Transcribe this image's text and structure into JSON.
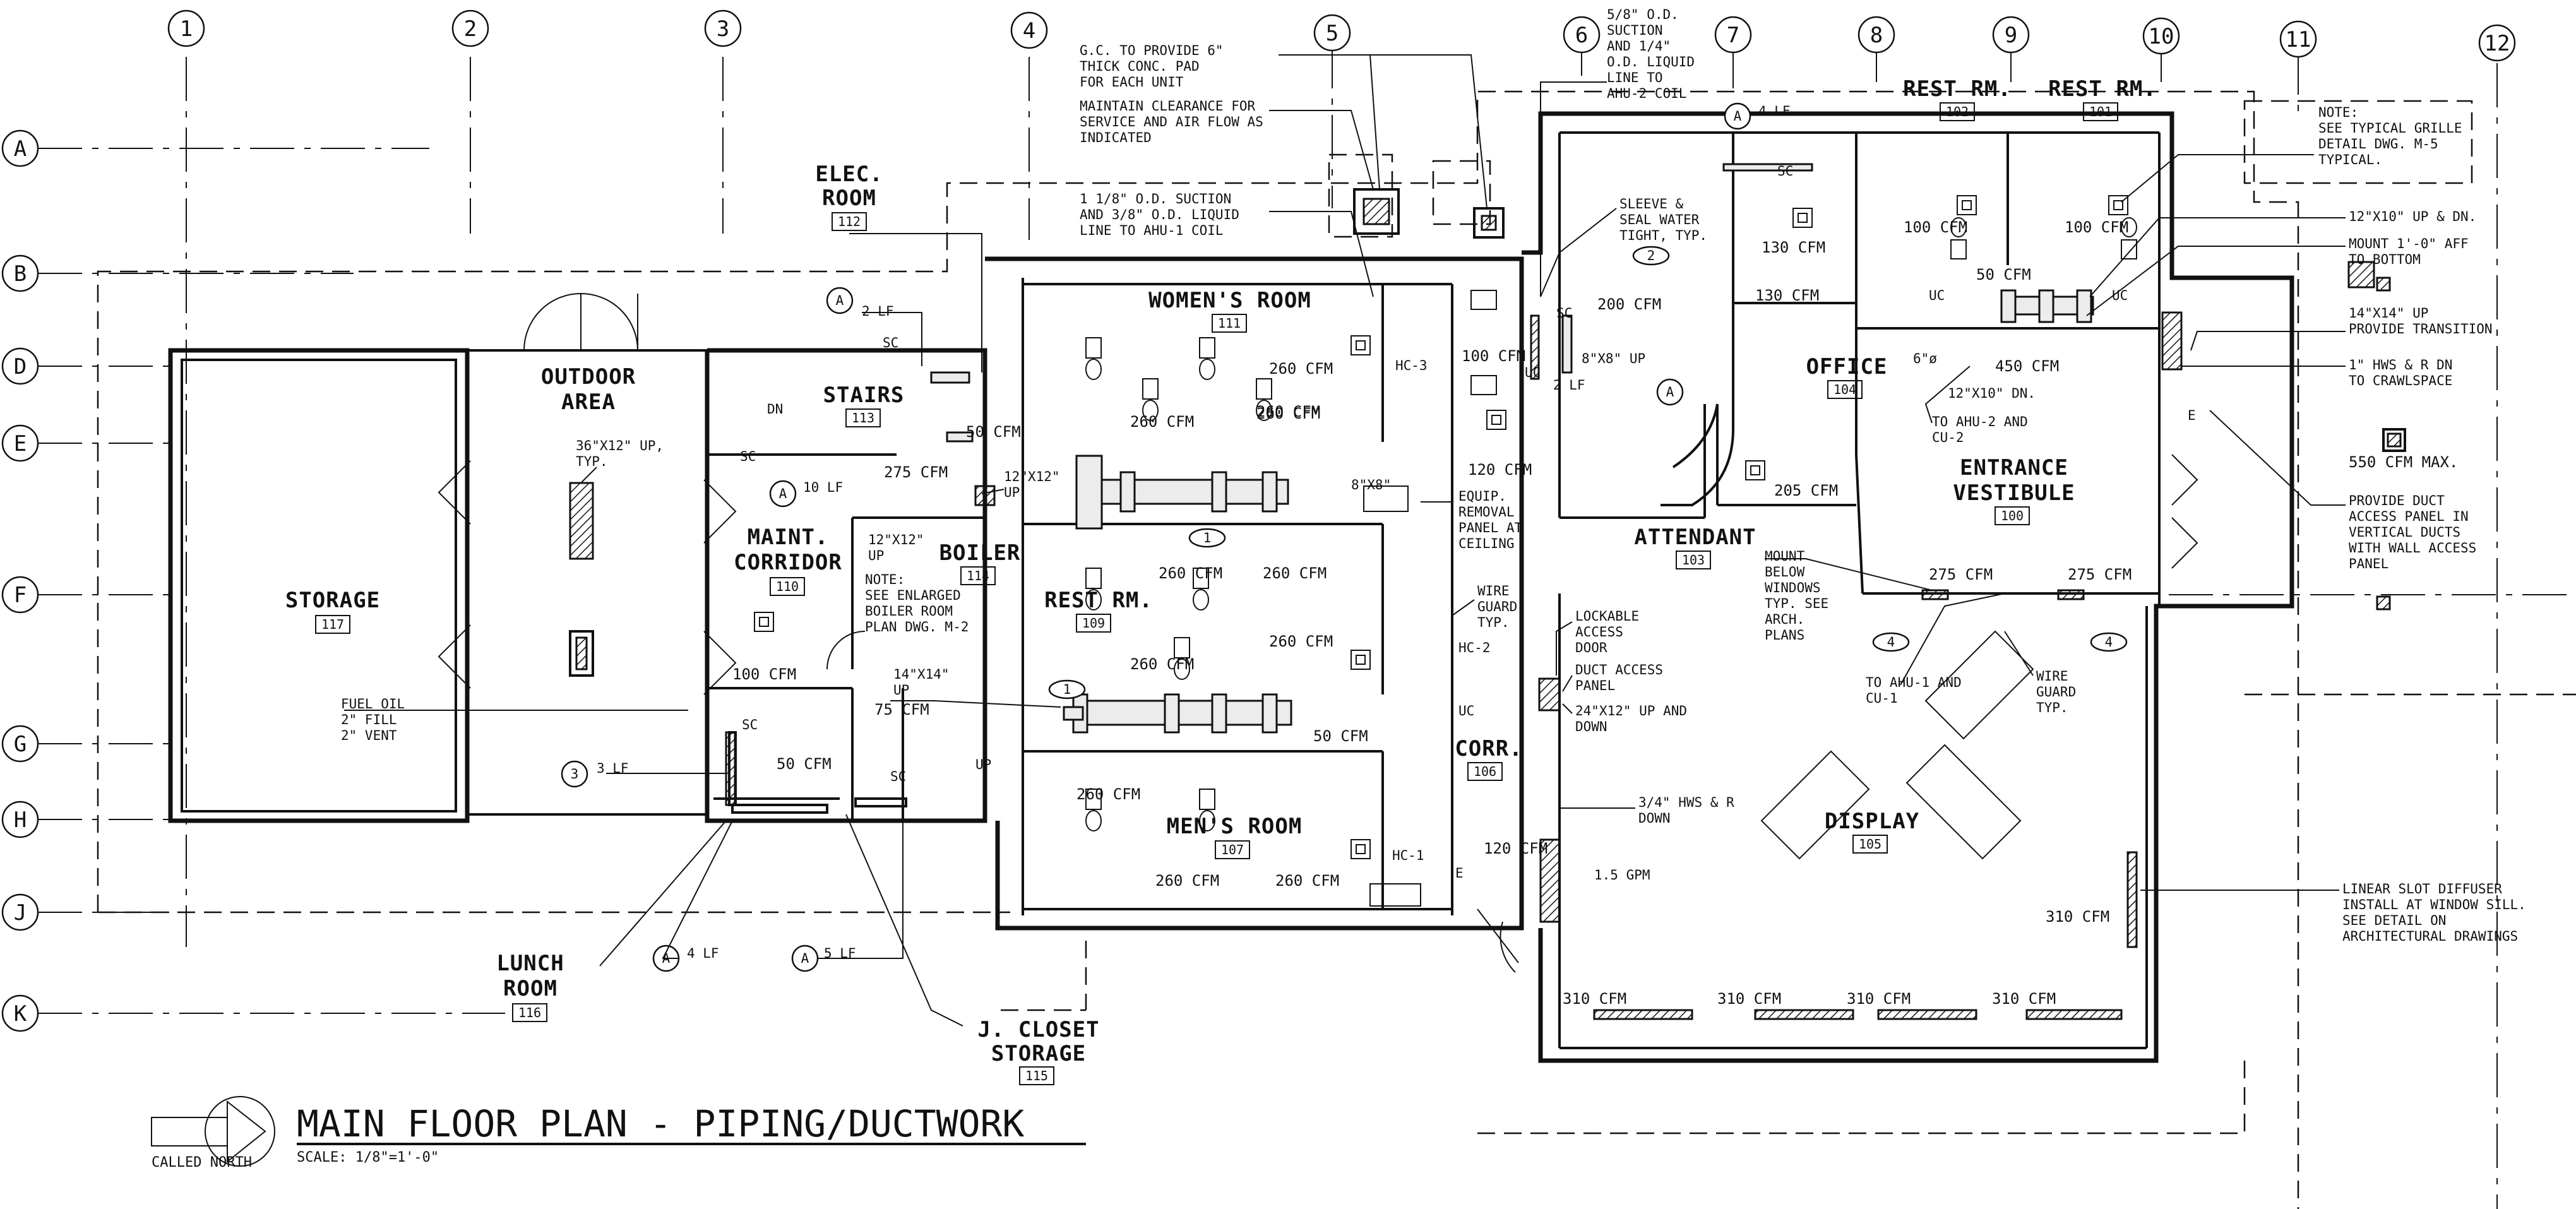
{
  "drawing": {
    "title": "MAIN FLOOR PLAN - PIPING/DUCTWORK",
    "scale": "SCALE: 1/8\"=1'-0\"",
    "north_label": "CALLED NORTH",
    "grid_columns": [
      "1",
      "2",
      "3",
      "4",
      "5",
      "6",
      "7",
      "8",
      "9",
      "10",
      "11",
      "12"
    ],
    "grid_rows": [
      "A",
      "B",
      "D",
      "E",
      "F",
      "G",
      "H",
      "J",
      "K"
    ]
  },
  "rooms": [
    {
      "id": "storage",
      "name": "STORAGE",
      "num": "117"
    },
    {
      "id": "outdoor",
      "name": "OUTDOOR",
      "name2": "AREA"
    },
    {
      "id": "elec",
      "name": "ELEC.",
      "name2": "ROOM",
      "num": "112"
    },
    {
      "id": "stairs",
      "name": "STAIRS",
      "num": "113"
    },
    {
      "id": "maint",
      "name": "MAINT.",
      "name2": "CORRIDOR",
      "num": "110"
    },
    {
      "id": "boiler",
      "name": "BOILER",
      "num": "114"
    },
    {
      "id": "womens",
      "name": "WOMEN'S ROOM",
      "num": "111"
    },
    {
      "id": "restrm109",
      "name": "REST RM.",
      "num": "109"
    },
    {
      "id": "mens",
      "name": "MEN'S ROOM",
      "num": "107"
    },
    {
      "id": "corr",
      "name": "CORR.",
      "num": "106"
    },
    {
      "id": "attendant",
      "name": "ATTENDANT",
      "num": "103"
    },
    {
      "id": "office",
      "name": "OFFICE",
      "num": "104"
    },
    {
      "id": "restrm102",
      "name": "REST RM.",
      "num": "102"
    },
    {
      "id": "restrm101",
      "name": "REST RM.",
      "num": "101"
    },
    {
      "id": "vestibule",
      "name": "ENTRANCE",
      "name2": "VESTIBULE",
      "num": "100"
    },
    {
      "id": "display",
      "name": "DISPLAY",
      "num": "105"
    },
    {
      "id": "lunch",
      "name": "LUNCH",
      "name2": "ROOM",
      "num": "116"
    },
    {
      "id": "jcloset",
      "name": "J. CLOSET",
      "name2": "STORAGE",
      "num": "115"
    }
  ],
  "notes": {
    "gc_pad": [
      "G.C. TO PROVIDE 6\"",
      "THICK CONC. PAD",
      "FOR EACH UNIT"
    ],
    "clearance": [
      "MAINTAIN CLEARANCE FOR",
      "SERVICE AND AIR FLOW AS",
      "INDICATED"
    ],
    "suction_ahu1": [
      "1 1/8\" O.D. SUCTION",
      "AND 3/8\" O.D. LIQUID",
      "LINE TO AHU-1 COIL"
    ],
    "suction_ahu2": [
      "5/8\" O.D.",
      "SUCTION",
      "AND 1/4\"",
      "O.D. LIQUID",
      "LINE TO",
      "AHU-2 COIL"
    ],
    "sleeve": [
      "SLEEVE &",
      "SEAL WATER",
      "TIGHT, TYP."
    ],
    "grille_note": [
      "NOTE:",
      "SEE TYPICAL GRILLE",
      "DETAIL DWG. M-5",
      "TYPICAL."
    ],
    "up_dn_12x10": "12\"X10\" UP & DN.",
    "mount_aff": [
      "MOUNT 1'-0\" AFF",
      "TO BOTTOM"
    ],
    "transition": [
      "14\"X14\" UP",
      "PROVIDE TRANSITION"
    ],
    "hws_crawl": [
      "1\" HWS & R DN",
      "TO CRAWLSPACE"
    ],
    "fa_cfm": "550 CFM MAX.",
    "duct_access": [
      "PROVIDE DUCT",
      "ACCESS PANEL IN",
      "VERTICAL DUCTS",
      "WITH WALL ACCESS",
      "PANEL"
    ],
    "linear_slot": [
      "LINEAR SLOT DIFFUSER",
      "INSTALL AT WINDOW SILL.",
      "SEE DETAIL ON",
      "ARCHITECTURAL DRAWINGS"
    ],
    "boiler_note": [
      "NOTE:",
      "SEE ENLARGED",
      "BOILER ROOM",
      "PLAN DWG. M-2"
    ],
    "fuel_oil": [
      "FUEL OIL",
      "2\" FILL",
      "2\" VENT"
    ],
    "up36x12": [
      "36\"X12\" UP,",
      "TYP."
    ],
    "equip_removal": [
      "EQUIP.",
      "REMOVAL",
      "PANEL AT",
      "CEILING"
    ],
    "wire_guard": [
      "WIRE",
      "GUARD",
      "TYP."
    ],
    "lockable": [
      "LOCKABLE",
      "ACCESS",
      "DOOR"
    ],
    "duct_access_panel": [
      "DUCT ACCESS",
      "PANEL"
    ],
    "up_dn_24x12": [
      "24\"X12\" UP AND",
      "DOWN"
    ],
    "hws_r_down": [
      "3/4\" HWS & R",
      "DOWN"
    ],
    "mount_below": [
      "MOUNT",
      "BELOW",
      "WINDOWS",
      "TYP. SEE",
      "ARCH.",
      "PLANS"
    ],
    "to_ahu1": [
      "TO AHU-1 AND",
      "CU-1"
    ],
    "to_ahu2": [
      "TO AHU-2 AND",
      "CU-2"
    ],
    "wire_guard2": [
      "WIRE",
      "GUARD",
      "TYP."
    ],
    "x12up": [
      "12\"X12\"",
      "UP"
    ],
    "x12up_b": [
      "12\"X12\"",
      "UP"
    ],
    "x8x8": "8\"X8\"",
    "x8x8up": "8\"X8\" UP",
    "x14x14up": [
      "14\"X14\"",
      "UP"
    ],
    "x12x10dn": "12\"X10\" DN.",
    "duct6": "6\"ø",
    "gpm": "1.5 GPM"
  },
  "tags": {
    "sc": "SC",
    "uc": "UC",
    "dn": "DN",
    "up": "UP",
    "hc1": "HC-1",
    "hc2": "HC-2",
    "hc3": "HC-3",
    "lf2": "2 LF",
    "lf10": "10 LF",
    "lf3": "3 LF",
    "lf4a": "4 LF",
    "lf5": "5 LF",
    "lf4b": "4 LF",
    "lf2b": "2 LF",
    "bA": "A",
    "b3": "3",
    "b1": "1",
    "b2": "2",
    "b4": "4",
    "bE": "E"
  },
  "cfm": {
    "c260a": "260 CFM",
    "c260b": "260 CFM",
    "c260c": "260 CFM",
    "c260d": "260 CFM",
    "c260e": "260 CFM",
    "c260f": "260 CFM",
    "c260g": "260 CFM",
    "c260h": "260 CFM",
    "c260i": "260 CFM",
    "c260j": "260 CFM",
    "c260k": "260 CFM",
    "c50a": "50 CFM",
    "c50b": "50 CFM",
    "c50c": "50 CFM",
    "c50d": "50 CFM",
    "c275a": "275 CFM",
    "c275b": "275 CFM",
    "c275c": "275 CFM",
    "c100a": "100 CFM",
    "c100b": "100 CFM",
    "c100c": "100 CFM",
    "c100d": "100 CFM",
    "c75": "75 CFM",
    "c120a": "120 CFM",
    "c120b": "120 CFM",
    "c200": "200 CFM",
    "c130a": "130 CFM",
    "c130b": "130 CFM",
    "c205": "205 CFM",
    "c450": "450 CFM",
    "c310a": "310 CFM",
    "c310b": "310 CFM",
    "c310c": "310 CFM",
    "c310d": "310 CFM",
    "c310e": "310 CFM"
  }
}
